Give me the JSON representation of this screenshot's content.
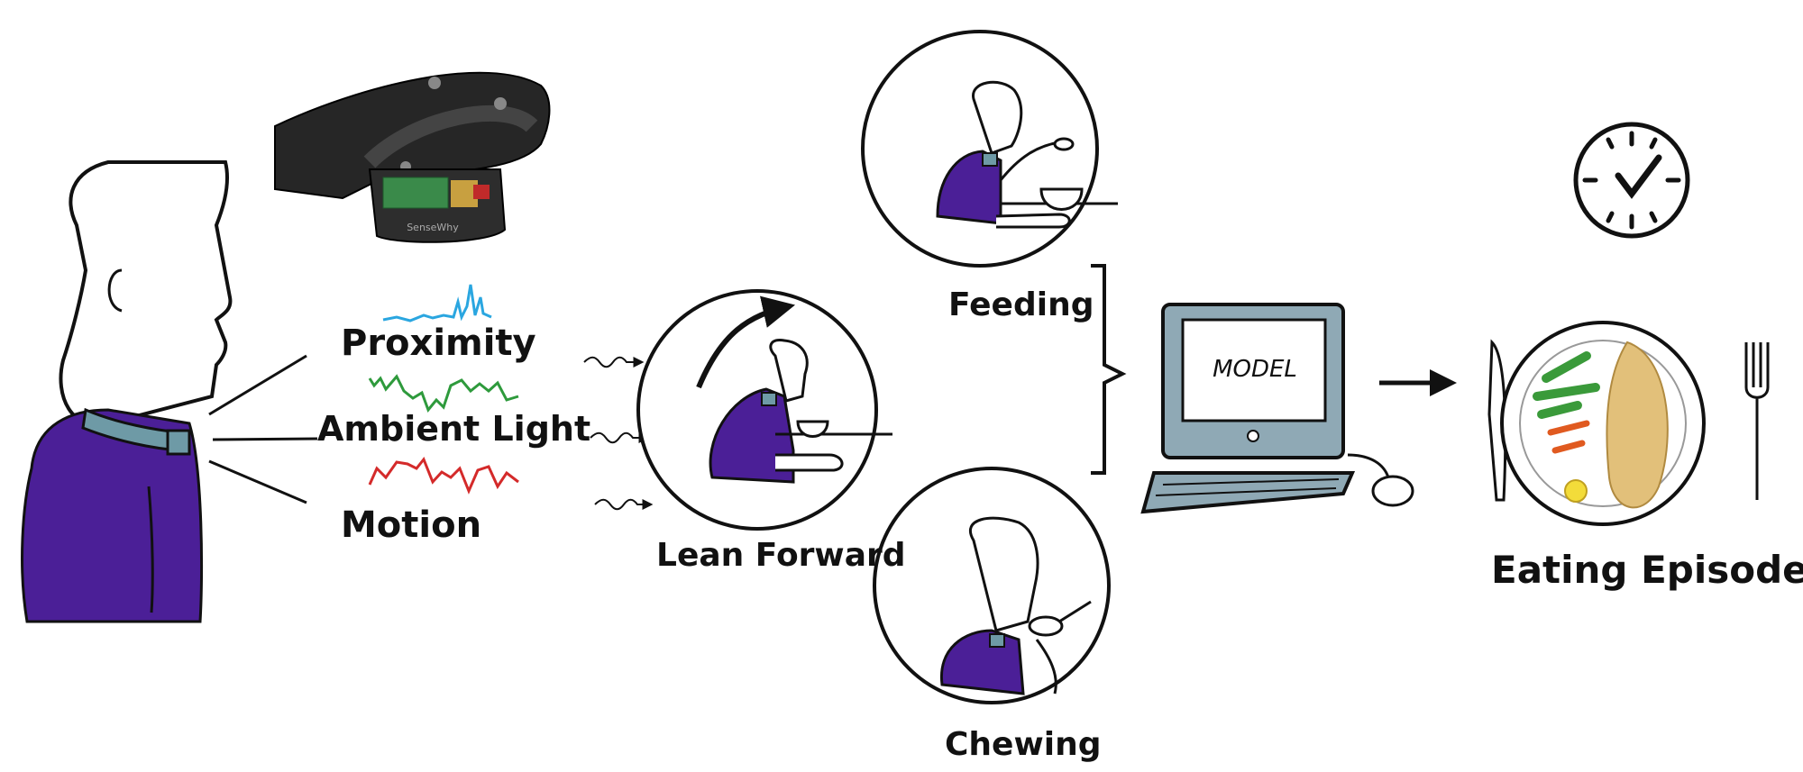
{
  "labels": {
    "proximity": "Proximity",
    "ambient_light": "Ambient Light",
    "motion": "Motion",
    "lean_forward": "Lean Forward",
    "feeding": "Feeding",
    "chewing": "Chewing",
    "model": "MODEL",
    "eating_episode": "Eating Episode",
    "device_brand": "SenseWhy"
  },
  "colors": {
    "proximity": "#2aa6e0",
    "ambient_light": "#2e9a3c",
    "motion": "#d42a2a",
    "shirt": "#4b1f97",
    "collar": "#6e9aa6",
    "monitor": "#8fa9b5",
    "ink": "#111111"
  },
  "icons": [
    "wearable-necklace-icon",
    "person-icon",
    "clock-icon",
    "plate-icon",
    "computer-icon",
    "arrow-icon"
  ]
}
